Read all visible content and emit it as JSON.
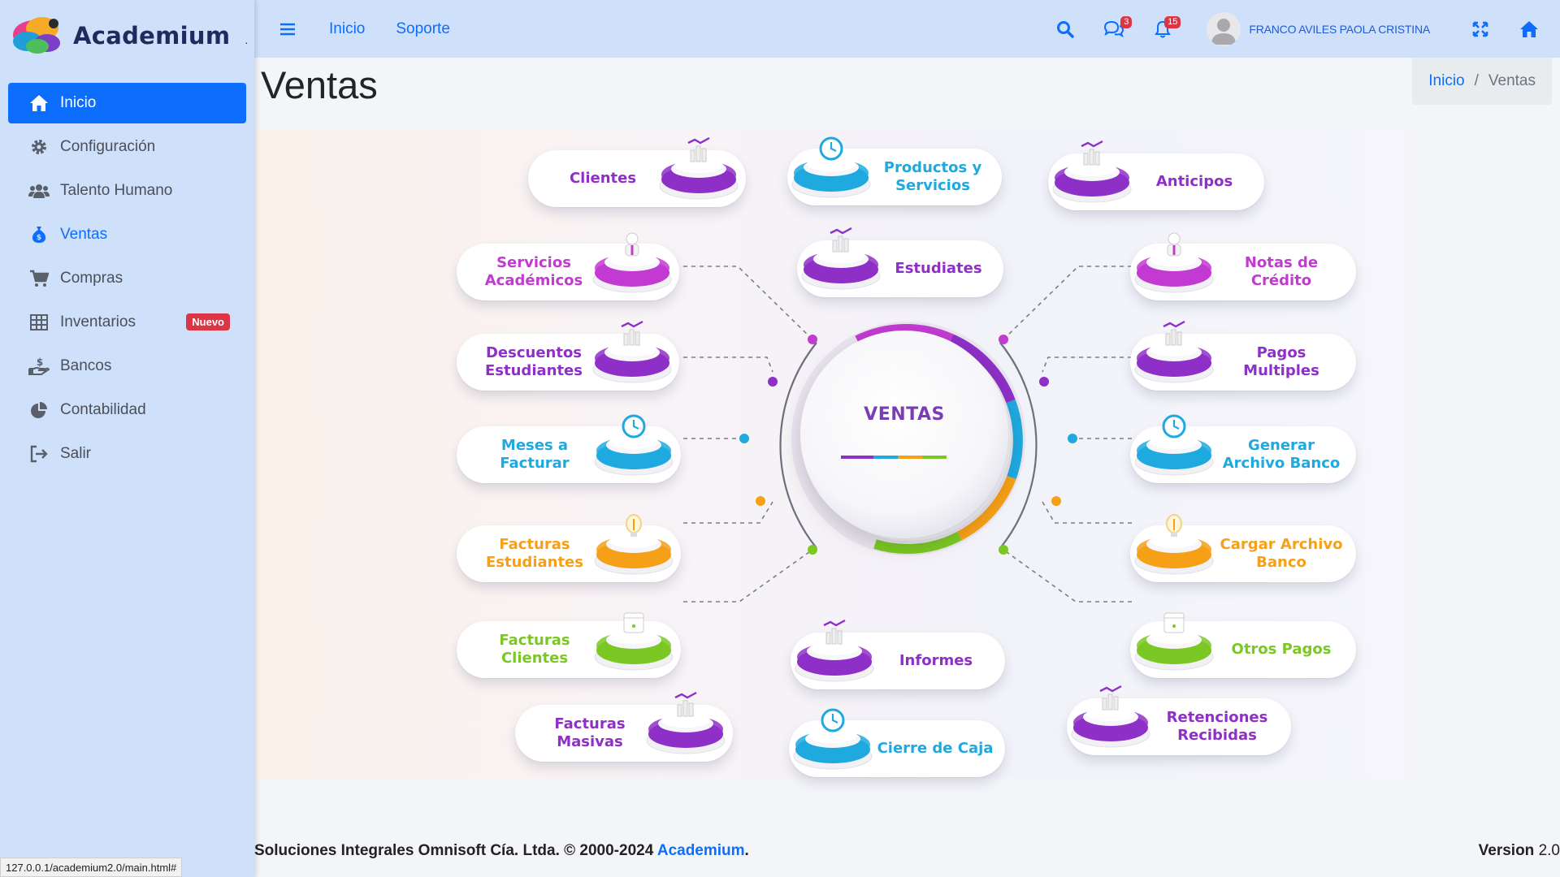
{
  "brand": {
    "name": "Academium",
    "dot": "."
  },
  "sidebar": {
    "items": [
      {
        "label": "Inicio",
        "icon": "home-icon"
      },
      {
        "label": "Configuración",
        "icon": "gear-icon"
      },
      {
        "label": "Talento Humano",
        "icon": "users-icon"
      },
      {
        "label": "Ventas",
        "icon": "money-bag-icon"
      },
      {
        "label": "Compras",
        "icon": "cart-icon"
      },
      {
        "label": "Inventarios",
        "icon": "table-icon",
        "badge": "Nuevo"
      },
      {
        "label": "Bancos",
        "icon": "hand-coin-icon"
      },
      {
        "label": "Contabilidad",
        "icon": "pie-chart-icon"
      },
      {
        "label": "Salir",
        "icon": "logout-icon"
      }
    ]
  },
  "topbar": {
    "links": [
      "Inicio",
      "Soporte"
    ],
    "messages_count": "3",
    "notifications_count": "15",
    "user_name": "FRANCO AVILES PAOLA CRISTINA"
  },
  "page": {
    "title": "Ventas"
  },
  "breadcrumb": {
    "home": "Inicio",
    "current": "Ventas",
    "separator": "/"
  },
  "hub": {
    "center_label": "VENTAS",
    "cards": {
      "clientes": "Clientes",
      "productos": "Productos y Servicios",
      "anticipos": "Anticipos",
      "servicios": "Servicios Académicos",
      "estudiates": "Estudiates",
      "notas": "Notas de Crédito",
      "descuentos": "Descuentos Estudiantes",
      "pagos": "Pagos Multiples",
      "meses": "Meses a Facturar",
      "generar": "Generar Archivo Banco",
      "facturas_est": "Facturas Estudiantes",
      "cargar": "Cargar Archivo Banco",
      "facturas_cli": "Facturas Clientes",
      "informes": "Informes",
      "otros": "Otros Pagos",
      "masivas": "Facturas Masivas",
      "cierre": "Cierre de Caja",
      "retenciones": "Retenciones Recibidas"
    }
  },
  "footer": {
    "company": "Soluciones Integrales Omnisoft Cía. Ltda. © 2000-2024",
    "brand_link": "Academium",
    "period": ".",
    "version_label": "Version",
    "version": "2.0"
  },
  "statusbar": {
    "url": "127.0.0.1/academium2.0/main.html#"
  },
  "colors": {
    "primary": "#0d6efd",
    "sidebar": "#cfe0fb",
    "badge": "#dc3545",
    "purple": "#8e30c7",
    "blue": "#1fa9df",
    "orange": "#f5a017",
    "green": "#7bc824"
  }
}
